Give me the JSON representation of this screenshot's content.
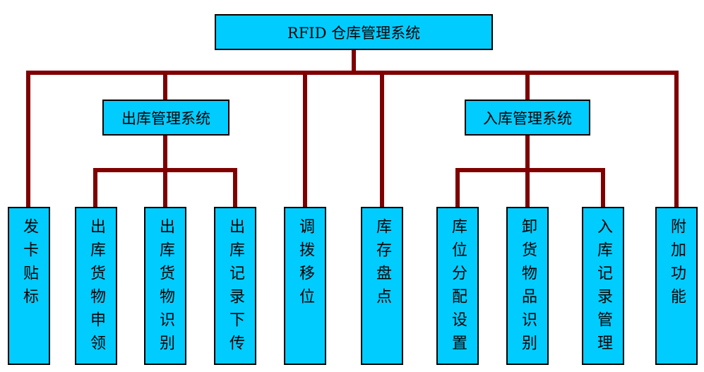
{
  "colors": {
    "box_fill": "#00ccff",
    "box_border": "#000000",
    "connector": "#7f0000"
  },
  "root": {
    "label": "RFID 仓库管理系统"
  },
  "groups": {
    "outbound": {
      "label": "出库管理系统"
    },
    "inbound": {
      "label": "入库管理系统"
    }
  },
  "leaves": [
    {
      "label": "发卡贴标"
    },
    {
      "label": "出库货物申领"
    },
    {
      "label": "出库货物识别"
    },
    {
      "label": "出库记录下传"
    },
    {
      "label": "调拨移位"
    },
    {
      "label": "库存盘点"
    },
    {
      "label": "库位分配设置"
    },
    {
      "label": "卸货物品识别"
    },
    {
      "label": "入库记录管理"
    },
    {
      "label": "附加功能"
    }
  ]
}
